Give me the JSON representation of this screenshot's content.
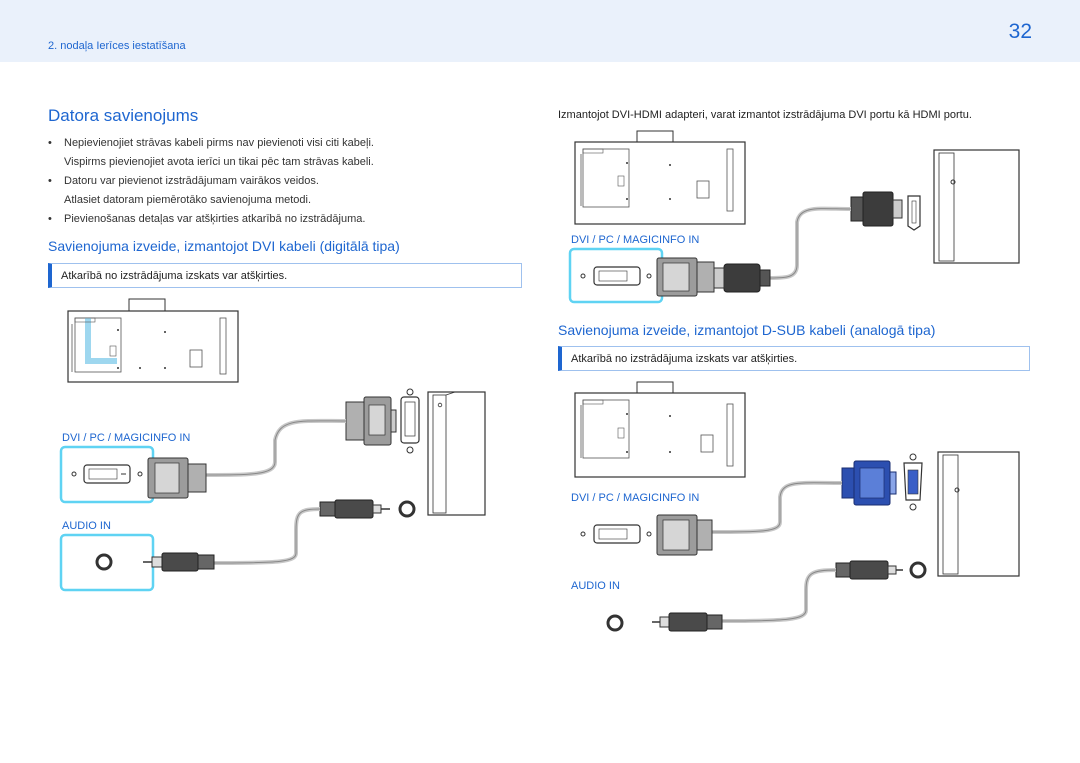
{
  "header": {
    "chapter": "2. nodaļa Ierīces iestatīšana",
    "page_number": "32"
  },
  "left": {
    "title": "Datora savienojums",
    "bullets": [
      "Nepievienojiet strāvas kabeli pirms nav pievienoti visi citi kabeļi.",
      "Vispirms pievienojiet avota ierīci un tikai pēc tam strāvas kabeli.",
      "Datoru var pievienot izstrādājumam vairākos veidos.",
      "Atlasiet datoram piemērotāko savienojuma metodi.",
      "Pievienošanas detaļas var atšķirties atkarībā no izstrādājuma."
    ],
    "dvi_heading": "Savienojuma izveide, izmantojot DVI kabeli (digitālā tipa)",
    "dvi_note": "Atkarībā no izstrādājuma izskats var atšķirties.",
    "port_dvi": "DVI / PC / MAGICINFO IN",
    "port_audio": "AUDIO IN"
  },
  "right": {
    "intro": "Izmantojot DVI-HDMI adapteri, varat izmantot izstrādājuma DVI portu kā HDMI portu.",
    "port_dvi_hdmi": "DVI / PC / MAGICINFO IN",
    "dsub_heading": "Savienojuma izveide, izmantojot D-SUB kabeli (analogā tipa)",
    "dsub_note": "Atkarībā no izstrādājuma izskats var atšķirties.",
    "port_dsub_dvi": "DVI / PC / MAGICINFO IN",
    "port_dsub_audio": "AUDIO IN"
  },
  "colors": {
    "accent": "#1e66d0",
    "highlight": "#5fd3f3",
    "header_bg": "#eaf1fb",
    "vga_blue": "#2c4fb0"
  }
}
